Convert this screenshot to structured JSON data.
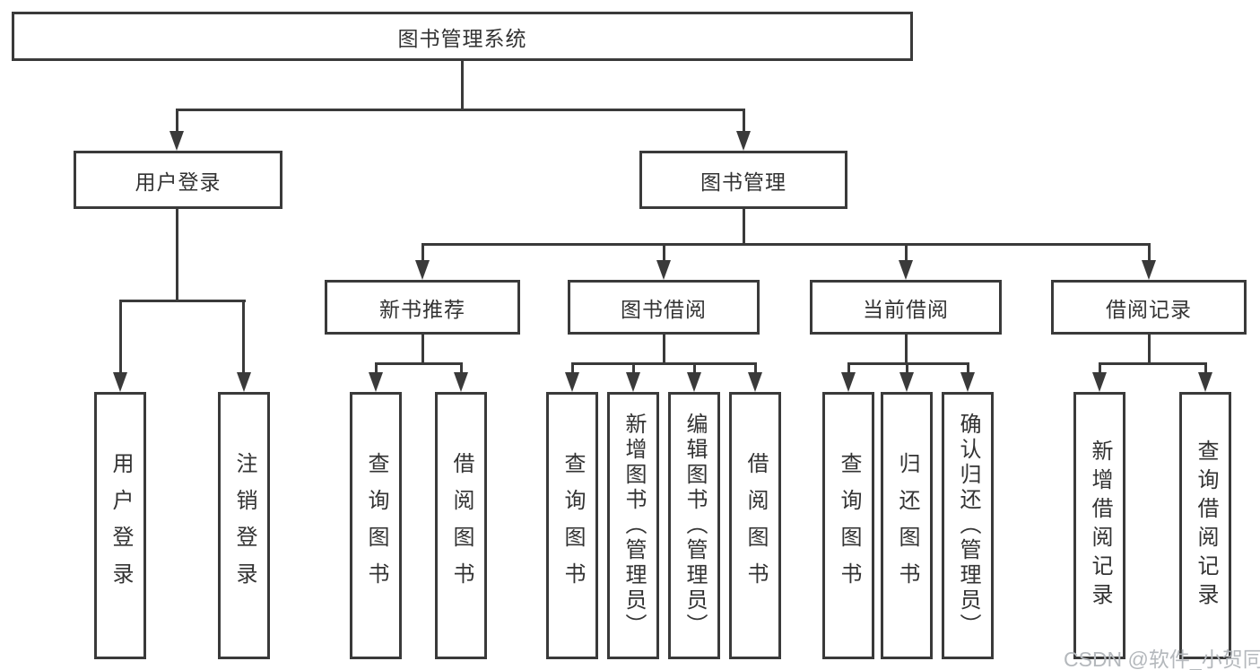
{
  "colors": {
    "line": "#3a3a3a",
    "text": "#333333",
    "background": "#ffffff",
    "watermark": "#b4b8bc"
  },
  "tree": {
    "root": "图书管理系统",
    "user_branch": {
      "label": "用户登录",
      "children": [
        "用户登录",
        "注销登录"
      ]
    },
    "mgmt_branch": {
      "label": "图书管理",
      "groups": [
        {
          "label": "新书推荐",
          "children": [
            "查询图书",
            "借阅图书"
          ]
        },
        {
          "label": "图书借阅",
          "children": [
            "查询图书",
            "新增图书（管理员）",
            "编辑图书（管理员）",
            "借阅图书"
          ]
        },
        {
          "label": "当前借阅",
          "children": [
            "查询图书",
            "归还图书",
            "确认归还（管理员）"
          ]
        },
        {
          "label": "借阅记录",
          "children": [
            "新增借阅记录",
            "查询借阅记录"
          ]
        }
      ]
    }
  },
  "watermark": "CSDN @软件_小贺同学"
}
